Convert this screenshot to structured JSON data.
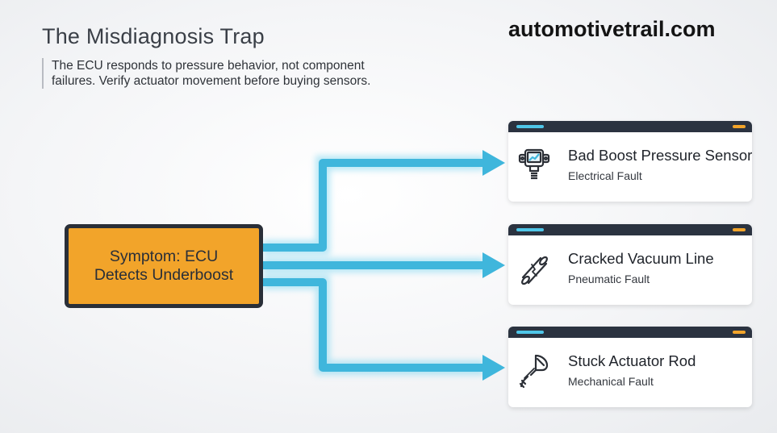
{
  "header": {
    "title": "The Misdiagnosis Trap",
    "brand": "automotivetrail.com",
    "subtitle_lines": [
      "The ECU responds to pressure behavior, not component",
      "failures. Verify actuator movement before buying sensors."
    ]
  },
  "symptom": {
    "lines": [
      "Symptom: ECU",
      "Detects Underboost"
    ]
  },
  "causes": [
    {
      "name": "Bad Boost Pressure Sensor",
      "type": "Electrical Fault",
      "icon": "pressure-sensor-icon"
    },
    {
      "name": "Cracked Vacuum Line",
      "type": "Pneumatic Fault",
      "icon": "cracked-hose-icon"
    },
    {
      "name": "Stuck Actuator Rod",
      "type": "Mechanical Fault",
      "icon": "actuator-rod-icon"
    }
  ],
  "colors": {
    "arrow": "#3fb6dc",
    "symptom_fill": "#f2a42a",
    "card_header": "#2b3340",
    "accent_blue": "#4fc6e8",
    "accent_orange": "#f2a42a"
  }
}
